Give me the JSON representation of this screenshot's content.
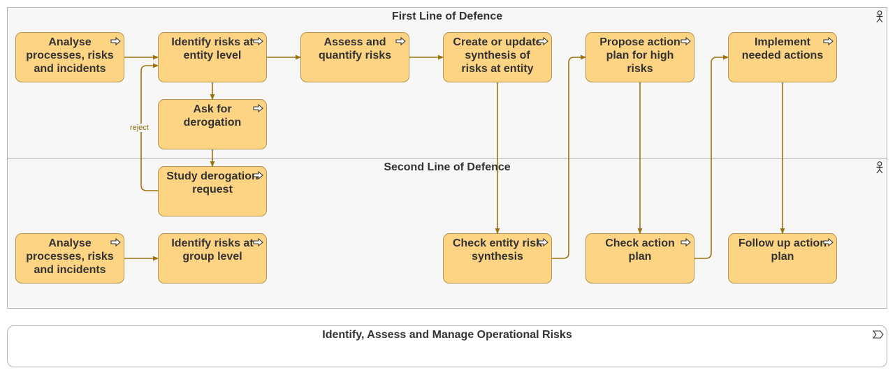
{
  "lanes": {
    "first": {
      "title": "First Line of Defence"
    },
    "second": {
      "title": "Second Line of Defence"
    }
  },
  "process": {
    "title": "Identify, Assess and Manage Operational Risks"
  },
  "tasks": {
    "analyse_entity": "Analyse processes, risks and incidents",
    "identify_entity": "Identify risks at entity level",
    "assess_quantify": "Assess and quantify risks",
    "create_update_synthesis": "Create or update synthesis of risks at entity",
    "propose_action_plan": "Propose action plan for high risks",
    "implement_actions": "Implement needed actions",
    "ask_derogation": "Ask for derogation",
    "study_derogation": "Study derogation request",
    "analyse_group": "Analyse processes, risks and incidents",
    "identify_group": "Identify risks at group level",
    "check_synthesis": "Check entity risk synthesis",
    "check_action_plan": "Check action plan",
    "follow_up": "Follow up action plan"
  },
  "flow_labels": {
    "reject": "reject"
  },
  "icons": {
    "lane": "actor-icon",
    "task": "arrow-right-icon",
    "process": "process-chevron-icon"
  },
  "colors": {
    "task_fill": "#fdd384",
    "task_border": "#b8944a",
    "flow": "#a0720f"
  }
}
